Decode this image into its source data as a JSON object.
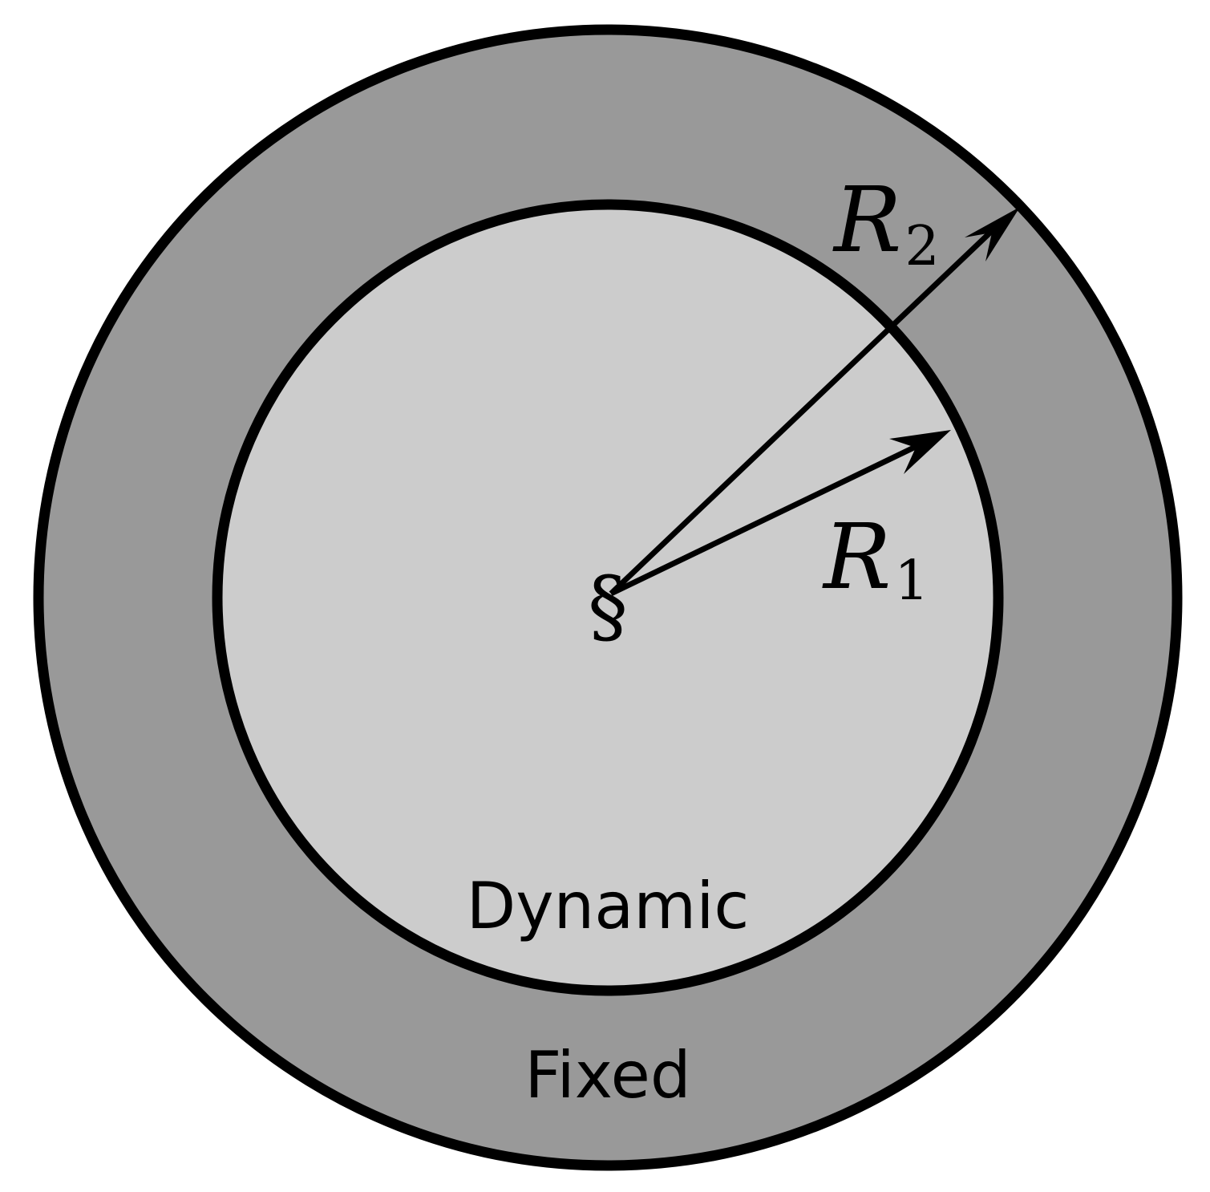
{
  "labels": {
    "inner_region": "Dynamic",
    "outer_region": "Fixed",
    "origin_symbol": "§",
    "r1_main": "R",
    "r1_sub": "1",
    "r2_main": "R",
    "r2_sub": "2"
  },
  "colors": {
    "outer_fill": "#999999",
    "inner_fill": "#cccccc",
    "stroke": "#000000",
    "background": "#ffffff"
  }
}
